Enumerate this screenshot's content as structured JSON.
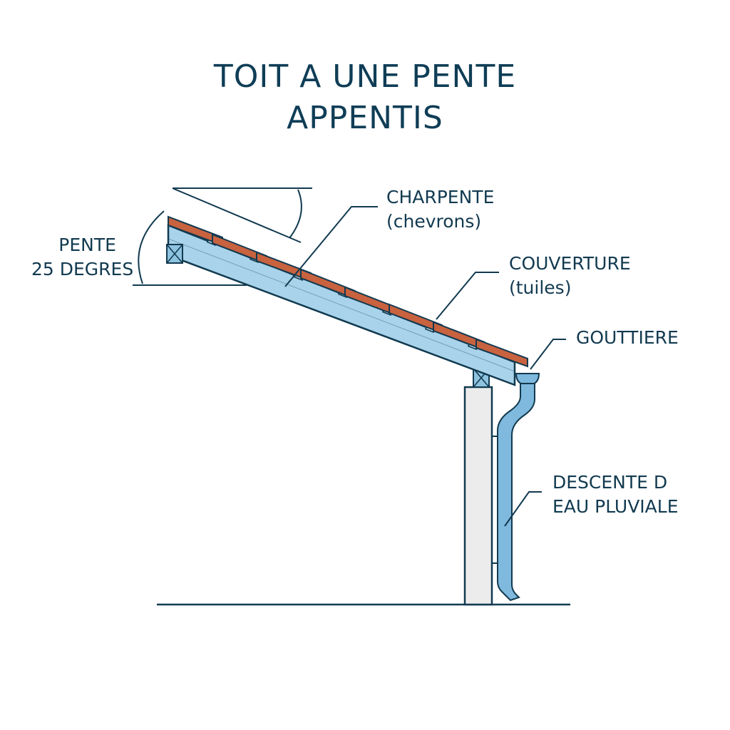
{
  "title": {
    "line1": "TOIT A UNE PENTE",
    "line2": "APPENTIS"
  },
  "labels": {
    "pente": {
      "line1": "PENTE",
      "line2": "25 DEGRES"
    },
    "charpente": {
      "line1": "CHARPENTE",
      "line2": "(chevrons)"
    },
    "couverture": {
      "line1": "COUVERTURE",
      "line2": "(tuiles)"
    },
    "gouttiere": {
      "line1": "GOUTTIERE"
    },
    "descente": {
      "line1": "DESCENTE D",
      "line2": "EAU PLUVIALE"
    }
  },
  "colors": {
    "outline": "#123a50",
    "rafter_fill": "#a9d3ea",
    "tile_fill": "#c8623f",
    "wall_fill": "#ececec",
    "pipe_fill": "#7fb9dd",
    "beam_fill": "#8ec3e0"
  }
}
